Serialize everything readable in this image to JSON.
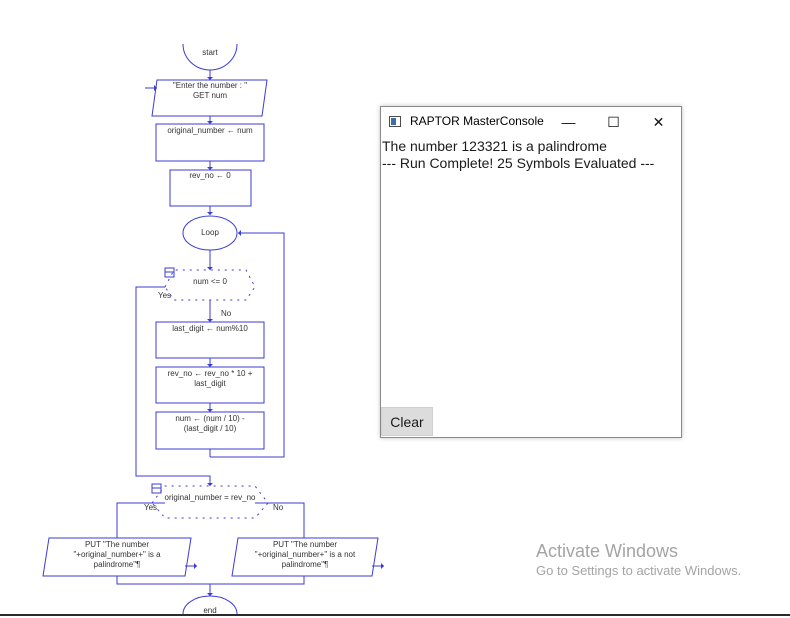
{
  "flowchart": {
    "start": "start",
    "input_line1": "\"Enter  the number : \"",
    "input_line2": "GET num",
    "assign1": "original_number ← num",
    "assign2": "rev_no ← 0",
    "loop": "Loop",
    "cond1": "num <= 0",
    "yes1": "Yes",
    "no1": "No",
    "assign3": "last_digit ← num%10",
    "assign4_line1": "rev_no ← rev_no * 10  +",
    "assign4_line2": "last_digit",
    "assign5_line1": "num ← (num / 10)  -",
    "assign5_line2": "(last_digit / 10)",
    "cond2": "original_number = rev_no",
    "yes2": "Yes",
    "no2": "No",
    "out_yes_line1": "PUT \"The number",
    "out_yes_line2": "\"+original_number+\" is a",
    "out_yes_line3": "palindrome\"¶",
    "out_no_line1": "PUT \"The number",
    "out_no_line2": "\"+original_number+\" is a not",
    "out_no_line3": "palindrome\"¶",
    "end": "end"
  },
  "console": {
    "title": "RAPTOR MasterConsole",
    "minimize_glyph": "—",
    "maximize_glyph": "☐",
    "close_glyph": "✕",
    "output_lines": [
      "The number 123321 is a palindrome",
      "--- Run Complete! 25 Symbols Evaluated ---"
    ],
    "clear_label": "Clear"
  },
  "watermark": {
    "title": "Activate Windows",
    "subtitle": "Go to Settings to activate Windows."
  },
  "colors": {
    "flow_stroke": "#3b3bd6",
    "console_border": "#8a8a8a",
    "watermark_text": "#a4a4a4"
  }
}
